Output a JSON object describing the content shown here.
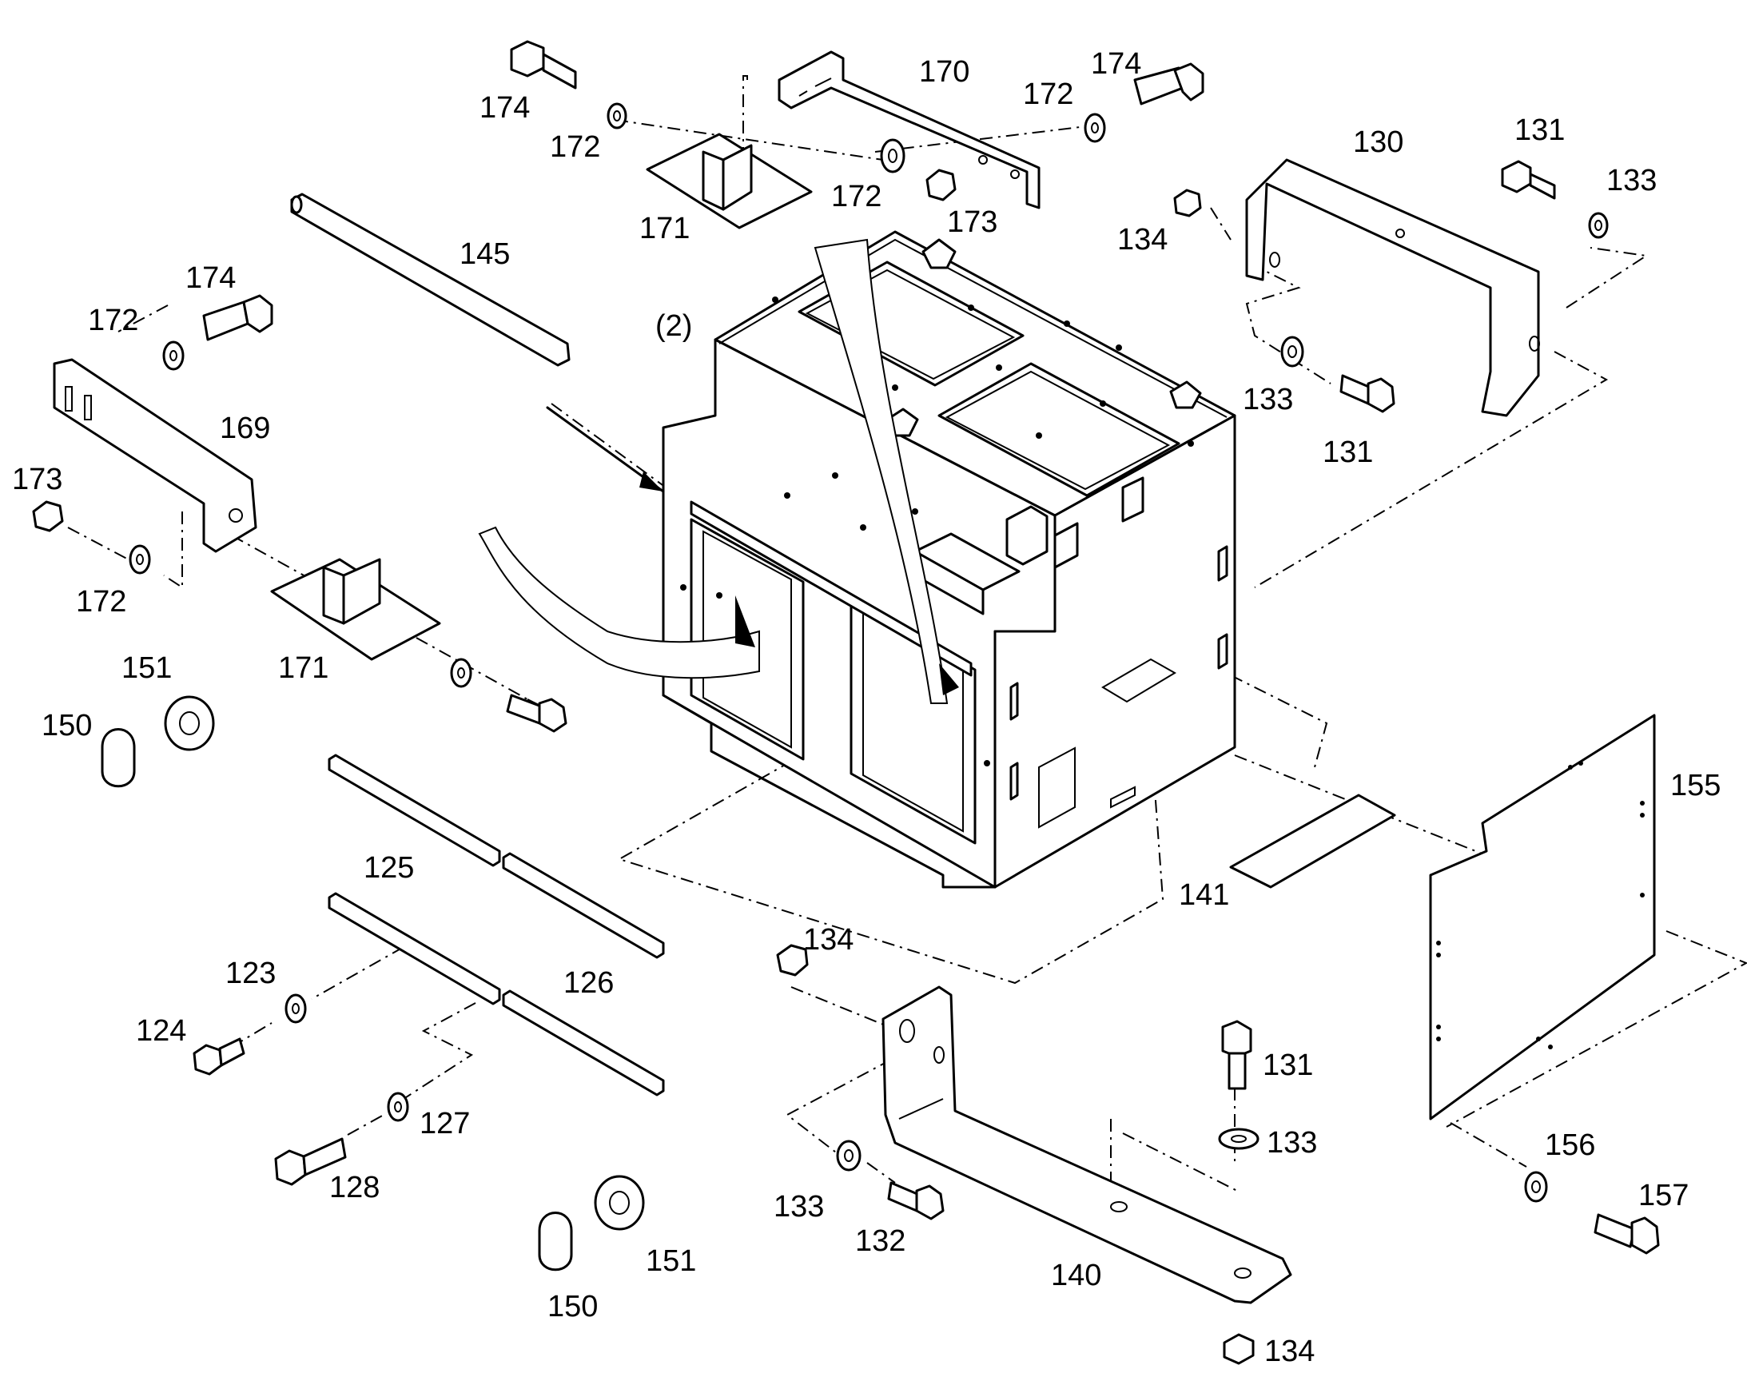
{
  "diagram": {
    "type": "exploded parts view",
    "assembly_label": "(2)",
    "callouts": [
      {
        "id": "c-170",
        "text": "170"
      },
      {
        "id": "c-174a",
        "text": "174"
      },
      {
        "id": "c-174b",
        "text": "174"
      },
      {
        "id": "c-174c",
        "text": "174"
      },
      {
        "id": "c-172a",
        "text": "172"
      },
      {
        "id": "c-172b",
        "text": "172"
      },
      {
        "id": "c-172c",
        "text": "172"
      },
      {
        "id": "c-172d",
        "text": "172"
      },
      {
        "id": "c-172e",
        "text": "172"
      },
      {
        "id": "c-173a",
        "text": "173"
      },
      {
        "id": "c-173b",
        "text": "173"
      },
      {
        "id": "c-171a",
        "text": "171"
      },
      {
        "id": "c-171b",
        "text": "171"
      },
      {
        "id": "c-145",
        "text": "145"
      },
      {
        "id": "c-169",
        "text": "169"
      },
      {
        "id": "c-151a",
        "text": "151"
      },
      {
        "id": "c-151b",
        "text": "151"
      },
      {
        "id": "c-150a",
        "text": "150"
      },
      {
        "id": "c-150b",
        "text": "150"
      },
      {
        "id": "c-130",
        "text": "130"
      },
      {
        "id": "c-131a",
        "text": "131"
      },
      {
        "id": "c-131b",
        "text": "131"
      },
      {
        "id": "c-131c",
        "text": "131"
      },
      {
        "id": "c-133a",
        "text": "133"
      },
      {
        "id": "c-133b",
        "text": "133"
      },
      {
        "id": "c-133c",
        "text": "133"
      },
      {
        "id": "c-133d",
        "text": "133"
      },
      {
        "id": "c-134a",
        "text": "134"
      },
      {
        "id": "c-134b",
        "text": "134"
      },
      {
        "id": "c-134c",
        "text": "134"
      },
      {
        "id": "c-155",
        "text": "155"
      },
      {
        "id": "c-141",
        "text": "141"
      },
      {
        "id": "c-125",
        "text": "125"
      },
      {
        "id": "c-126",
        "text": "126"
      },
      {
        "id": "c-123",
        "text": "123"
      },
      {
        "id": "c-124",
        "text": "124"
      },
      {
        "id": "c-127",
        "text": "127"
      },
      {
        "id": "c-128",
        "text": "128"
      },
      {
        "id": "c-132",
        "text": "132"
      },
      {
        "id": "c-140",
        "text": "140"
      },
      {
        "id": "c-156",
        "text": "156"
      },
      {
        "id": "c-157",
        "text": "157"
      }
    ]
  }
}
